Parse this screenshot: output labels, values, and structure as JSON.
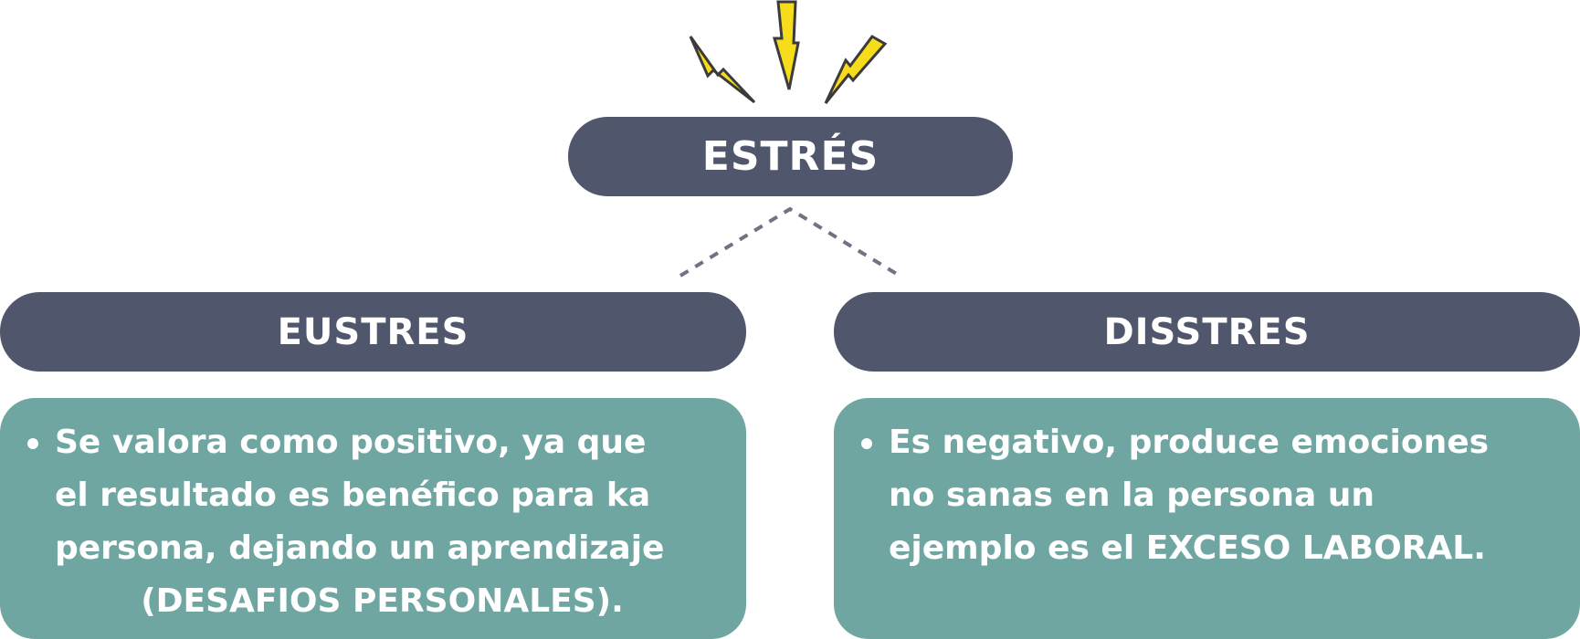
{
  "root": {
    "label": "ESTRÉS"
  },
  "branches": [
    {
      "title": "EUSTRES",
      "lines": [
        "Se valora como positivo, ya que",
        "el resultado es benéfico para ka",
        "persona, dejando un aprendizaje"
      ],
      "last_line": "(DESAFIOS PERSONALES)."
    },
    {
      "title": "DISSTRES",
      "lines": [
        "Es negativo, produce emociones",
        "no sanas en la persona un",
        "ejemplo es el EXCESO LABORAL."
      ]
    }
  ],
  "colors": {
    "pill": "#50566b",
    "card": "#6fa6a1",
    "connector": "#6f7382",
    "lightning_fill": "#f7dc1c",
    "lightning_stroke": "#3b3b3b"
  },
  "icons": [
    "lightning-icon",
    "lightning-icon",
    "lightning-icon",
    "bullet-icon"
  ]
}
